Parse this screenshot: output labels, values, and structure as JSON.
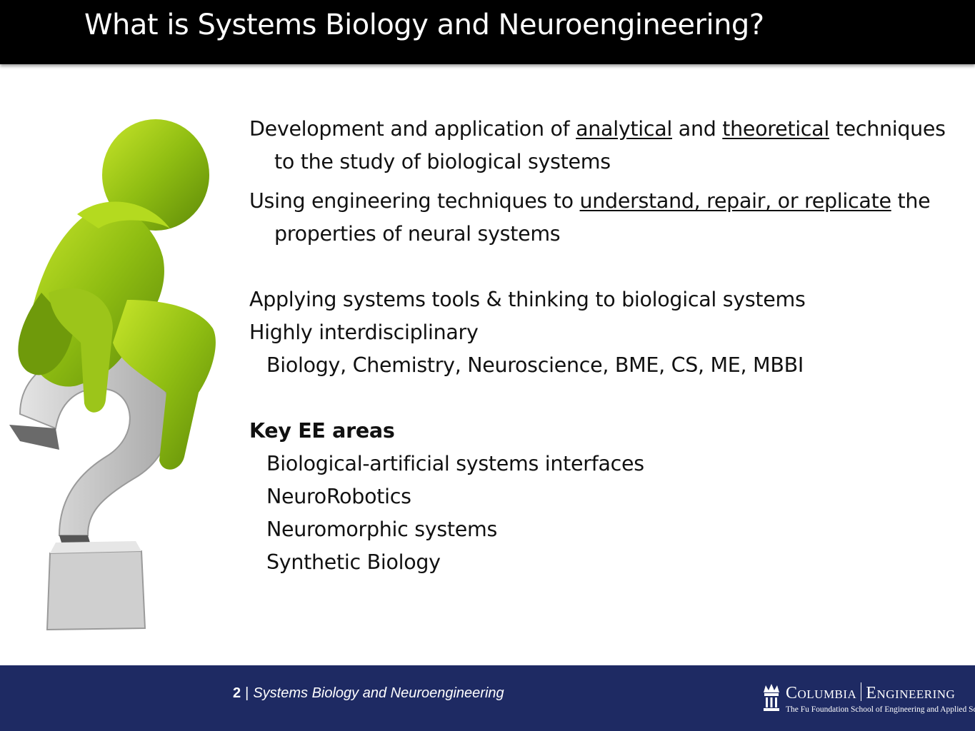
{
  "slide": {
    "title": "What is Systems Biology and Neuroengineering?"
  },
  "content": {
    "def1": {
      "pre": "Development and application of ",
      "u1": "analytical",
      "mid": " and ",
      "u2": "theoretical",
      "post": " techniques to the study of biological systems"
    },
    "def2": {
      "pre": "Using engineering techniques to ",
      "u1": "understand, repair, or replicate",
      "post": " the properties of neural systems"
    },
    "point1": "Applying systems tools & thinking to biological systems",
    "point2": "Highly interdisciplinary",
    "disciplines": "Biology, Chemistry, Neuroscience, BME, CS, ME, MBBI",
    "key_heading": "Key EE areas",
    "key_areas": [
      "Biological-artificial systems interfaces",
      "NeuroRobotics",
      "Neuromorphic systems",
      "Synthetic Biology"
    ]
  },
  "footer": {
    "page_number": "2",
    "separator": "|",
    "course_title": "Systems Biology and Neuroengineering",
    "logo": {
      "name_left": "Columbia",
      "name_right": "Engineering",
      "subtitle": "The Fu Foundation School of Engineering and Applied Science",
      "icon": "columbia-crown-icon"
    }
  },
  "colors": {
    "title_bar": "#000000",
    "footer_bar": "#1e2a63",
    "figure_green": "#8ab80f",
    "question_mark_gray": "#bdbdbd"
  }
}
